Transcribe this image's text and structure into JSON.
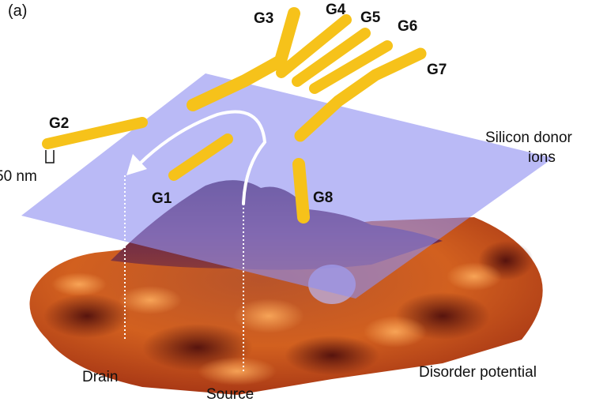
{
  "panel_label": "(a)",
  "gates": [
    {
      "id": "g1",
      "label": "G1"
    },
    {
      "id": "g2",
      "label": "G2"
    },
    {
      "id": "g3",
      "label": "G3"
    },
    {
      "id": "g4",
      "label": "G4"
    },
    {
      "id": "g5",
      "label": "G5"
    },
    {
      "id": "g6",
      "label": "G6"
    },
    {
      "id": "g7",
      "label": "G7"
    },
    {
      "id": "g8",
      "label": "G8"
    }
  ],
  "scale_bar_label": "50 nm",
  "plane_label_line1": "Silicon donor",
  "plane_label_line2": "ions",
  "drain_label": "Drain",
  "source_label": "Source",
  "disorder_label": "Disorder potential",
  "colors": {
    "gate": "#f6c21a",
    "plane": "#8f8ff0",
    "surface_dark": "#5a1010",
    "surface_light": "#ef7a2a",
    "arrow": "#ffffff"
  }
}
